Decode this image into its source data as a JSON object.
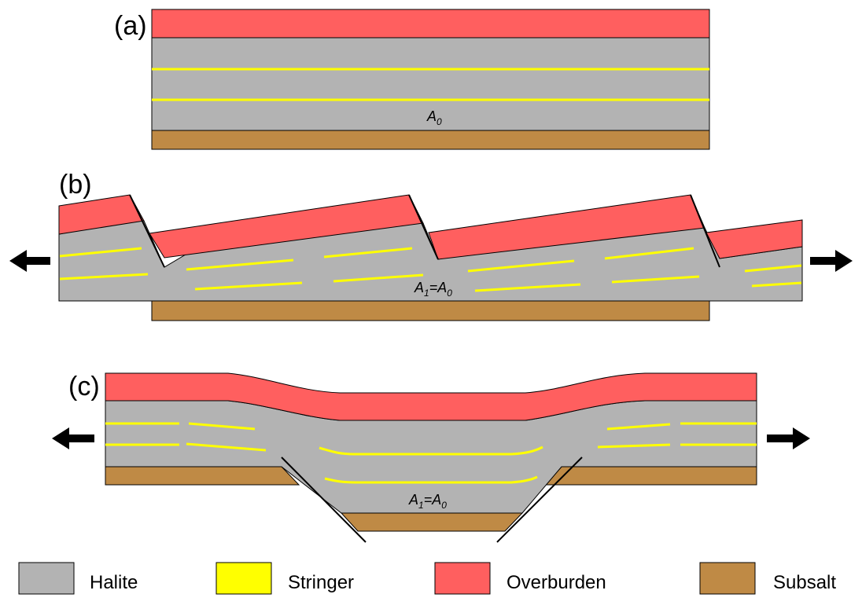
{
  "colors": {
    "halite": "#b3b3b3",
    "stringer": "#ffff00",
    "overburden": "#ff5f5f",
    "subsalt": "#bf8a45",
    "outline": "#000000"
  },
  "panels": {
    "a": {
      "label": "(a)",
      "area": "A",
      "area_sub": "0"
    },
    "b": {
      "label": "(b)",
      "area_left": "A",
      "area_left_sub": "1",
      "area_eq": "=A",
      "area_right_sub": "0"
    },
    "c": {
      "label": "(c)",
      "area_left": "A",
      "area_left_sub": "1",
      "area_eq": "=A",
      "area_right_sub": "0"
    }
  },
  "arrows": {
    "b_left": "arrow-left-icon",
    "b_right": "arrow-right-icon",
    "c_left": "arrow-left-icon",
    "c_right": "arrow-right-icon"
  },
  "legend": [
    {
      "label": "Halite",
      "color": "#b3b3b3"
    },
    {
      "label": "Stringer",
      "color": "#ffff00"
    },
    {
      "label": "Overburden",
      "color": "#ff5f5f"
    },
    {
      "label": "Subsalt",
      "color": "#bf8a45"
    }
  ]
}
